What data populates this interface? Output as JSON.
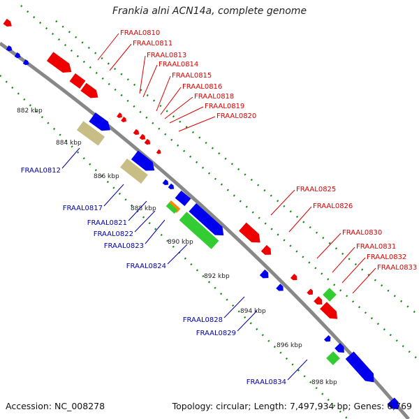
{
  "title": "Frankia alni ACN14a, complete genome",
  "accession": "Accession: NC_008278",
  "summary": "Topology: circular; Length: 7,497,934 bp; Genes: 6,769",
  "colors": {
    "red_gene": "#ee0000",
    "blue_gene": "#0000ee",
    "green_gene": "#33cc33",
    "orange_gene": "#ff8800",
    "tan_gene": "#c8bd85",
    "backbone": "#888888",
    "dotted_track": "#118811",
    "red_label": "#dd0000",
    "blue_label": "#0000aa"
  },
  "kbp_ticks": [
    "882 kbp",
    "884 kbp",
    "886 kbp",
    "888 kbp",
    "890 kbp",
    "892 kbp",
    "894 kbp",
    "896 kbp",
    "898 kbp"
  ],
  "top_labels": [
    "FRAAL0810",
    "FRAAL0811",
    "FRAAL0813",
    "FRAAL0814",
    "FRAAL0815",
    "FRAAL0816",
    "FRAAL0818",
    "FRAAL0819",
    "FRAAL0820",
    "FRAAL0825",
    "FRAAL0826",
    "FRAAL0830",
    "FRAAL0831",
    "FRAAL0832",
    "FRAAL0833"
  ],
  "bottom_labels": [
    "FRAAL0812",
    "FRAAL0817",
    "FRAAL0821",
    "FRAAL0822",
    "FRAAL0823",
    "FRAAL0824",
    "FRAAL0828",
    "FRAAL0829",
    "FRAAL0834"
  ]
}
